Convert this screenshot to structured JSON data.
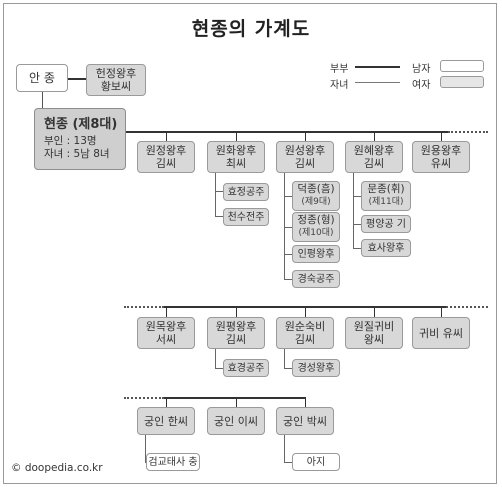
{
  "title": "현종의 가계도",
  "legend": {
    "parent_line_label": "부부",
    "child_line_label": "자녀",
    "male_label": "남자",
    "female_label": "여자"
  },
  "parents": {
    "father": "안 종",
    "mother_line1": "헌정왕후",
    "mother_line2": "황보씨"
  },
  "main": {
    "title": "현종 (제8대)",
    "spouses": "부인 : 13명",
    "children": "자녀 : 5남 8녀"
  },
  "queens_row1": [
    {
      "line1": "원정왕후",
      "line2": "김씨"
    },
    {
      "line1": "원화왕후",
      "line2": "최씨"
    },
    {
      "line1": "원성왕후",
      "line2": "김씨"
    },
    {
      "line1": "원혜왕후",
      "line2": "김씨"
    },
    {
      "line1": "원용왕후",
      "line2": "유씨"
    }
  ],
  "children_wonhwa": [
    "효정공주",
    "천수전주"
  ],
  "children_wonseong": [
    {
      "name": "덕종(흠)",
      "sub": "(제9대)"
    },
    {
      "name": "정종(형)",
      "sub": "(제10대)"
    },
    {
      "name": "인평왕후",
      "sub": ""
    },
    {
      "name": "경숙공주",
      "sub": ""
    }
  ],
  "children_wonhye": [
    {
      "name": "문종(휘)",
      "sub": "(제11대)"
    },
    {
      "name": "평양공 기",
      "sub": ""
    },
    {
      "name": "효사왕후",
      "sub": ""
    }
  ],
  "queens_row2": [
    {
      "line1": "원목왕후",
      "line2": "서씨"
    },
    {
      "line1": "원평왕후",
      "line2": "김씨"
    },
    {
      "line1": "원순숙비",
      "line2": "김씨"
    },
    {
      "line1": "원질귀비",
      "line2": "왕씨"
    },
    {
      "line1": "귀비 유씨",
      "line2": ""
    }
  ],
  "children_wonpyeong": [
    "효경공주"
  ],
  "children_wonsun": [
    "경성왕후"
  ],
  "consorts_row3": [
    "궁인 한씨",
    "궁인 이씨",
    "궁인 박씨"
  ],
  "children_han": [
    "검교태사 충"
  ],
  "children_park": [
    "아지"
  ],
  "copyright": "© doopedia.co.kr"
}
